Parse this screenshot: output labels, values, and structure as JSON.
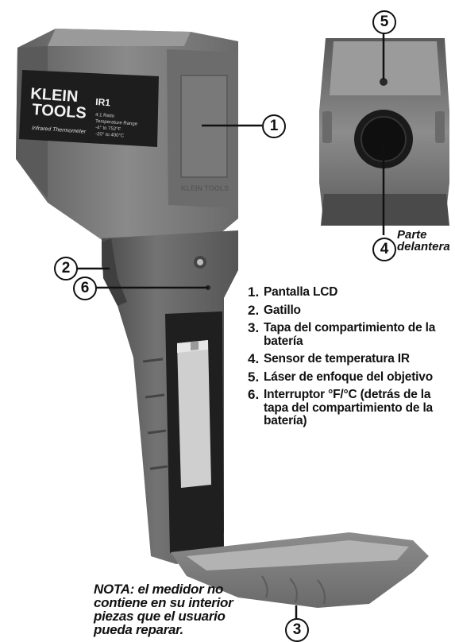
{
  "product": {
    "brand_line1": "KLEIN",
    "brand_line2": "TOOLS",
    "model": "IR1",
    "label_line1": "Infrared Thermometer",
    "spec_line1": "4:1 Ratio",
    "spec_line2": "Temperature Range",
    "spec_line3": "-4° to 752°F",
    "spec_line4": "-20° to 400°C",
    "body_brand": "KLEIN TOOLS"
  },
  "callouts": [
    "1",
    "2",
    "3",
    "4",
    "5",
    "6"
  ],
  "front_label": [
    "Parte",
    "delantera"
  ],
  "legend": [
    {
      "num": "1.",
      "text": "Pantalla LCD"
    },
    {
      "num": "2.",
      "text": "Gatillo"
    },
    {
      "num": "3.",
      "text": "Tapa del compartimiento de la batería"
    },
    {
      "num": "4.",
      "text": "Sensor de temperatura IR"
    },
    {
      "num": "5.",
      "text": "Láser de enfoque del objetivo"
    },
    {
      "num": "6.",
      "text": "Interruptor °F/°C (detrás de la tapa del compartimiento de la batería)"
    }
  ],
  "note": "NOTA: el medidor no contiene en su interior piezas que el usuario pueda reparar.",
  "colors": {
    "body": "#7b7b7b",
    "dark": "#3f3f3f",
    "label": "#1d1d1d"
  }
}
